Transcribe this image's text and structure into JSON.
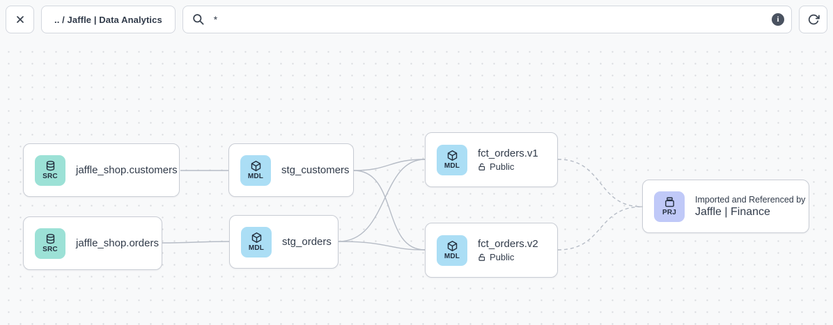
{
  "toolbar": {
    "breadcrumb": ".. / Jaffle | Data Analytics",
    "search": {
      "value": "*"
    },
    "info_glyph": "i"
  },
  "colors": {
    "source_chip": "#9ce1d6",
    "model_chip": "#abdef5",
    "project_chip": "#c0c9f8",
    "edge": "#b6bcc6",
    "text": "#313b4a"
  },
  "graph": {
    "nodes": [
      {
        "kind": "source",
        "badge": "SRC",
        "title": "jaffle_shop.customers"
      },
      {
        "kind": "source",
        "badge": "SRC",
        "title": "jaffle_shop.orders"
      },
      {
        "kind": "model",
        "badge": "MDL",
        "title": "stg_customers"
      },
      {
        "kind": "model",
        "badge": "MDL",
        "title": "stg_orders"
      },
      {
        "kind": "model",
        "badge": "MDL",
        "title": "fct_orders.v1",
        "access": "Public"
      },
      {
        "kind": "model",
        "badge": "MDL",
        "title": "fct_orders.v2",
        "access": "Public"
      },
      {
        "kind": "project",
        "badge": "PRJ",
        "subtitle": "Imported and Referenced by",
        "title": "Jaffle | Finance"
      }
    ],
    "edges": [
      {
        "from": "jaffle_shop.customers",
        "to": "stg_customers",
        "style": "solid"
      },
      {
        "from": "jaffle_shop.orders",
        "to": "stg_orders",
        "style": "solid"
      },
      {
        "from": "stg_customers",
        "to": "fct_orders.v1",
        "style": "solid"
      },
      {
        "from": "stg_customers",
        "to": "fct_orders.v2",
        "style": "solid"
      },
      {
        "from": "stg_orders",
        "to": "fct_orders.v1",
        "style": "solid"
      },
      {
        "from": "stg_orders",
        "to": "fct_orders.v2",
        "style": "solid"
      },
      {
        "from": "fct_orders.v1",
        "to": "Jaffle | Finance",
        "style": "dashed"
      },
      {
        "from": "fct_orders.v2",
        "to": "Jaffle | Finance",
        "style": "dashed"
      }
    ]
  }
}
